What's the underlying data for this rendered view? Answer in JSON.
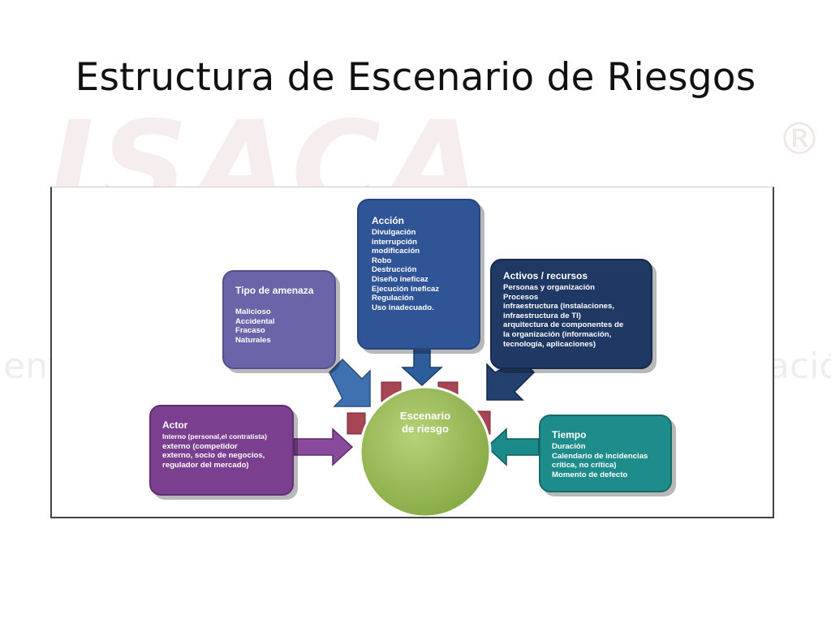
{
  "slide": {
    "title": "Estructura de Escenario de Riesgos"
  },
  "watermark": {
    "text": "ISACA",
    "mark": "®",
    "left_fragment": "ent",
    "right_fragment": "ació"
  },
  "diagram": {
    "center": {
      "label_line1": "Escenario",
      "label_line2": "de riesgo",
      "color": "#9bbb59"
    },
    "boxes": {
      "accion": {
        "title": "Acción",
        "items": [
          "Divulgación",
          "interrupción",
          "modificación",
          "Robo",
          "Destrucción",
          "Diseño ineficaz",
          "Ejecución ineficaz",
          "Regulación",
          "Uso inadecuado."
        ],
        "color": "#2f5597"
      },
      "tipo_amenaza": {
        "title": "Tipo de amenaza",
        "items": [
          "Malicioso",
          "Accidental",
          "Fracaso",
          "Naturales"
        ],
        "color": "#6a64a8"
      },
      "activos": {
        "title": "Activos / recursos",
        "items": [
          "Personas y organización",
          "Procesos",
          "infraestructura (instalaciones,",
          "infraestructura de TI)",
          "arquitectura de componentes de",
          "la organización (información,",
          "tecnología, aplicaciones)"
        ],
        "color": "#1f3864"
      },
      "actor": {
        "title": "Actor",
        "items": [
          "Interno (personal,el contratista)",
          "externo (competidor",
          "externo, socio de negocios,",
          "regulador del mercado)"
        ],
        "color": "#7b3f8f"
      },
      "tiempo": {
        "title": "Tiempo",
        "items": [
          "Duración",
          "Calendario de incidencias",
          "crítica, no crítica)",
          "Momento de defecto"
        ],
        "color": "#1f8c8c"
      }
    },
    "connector_color": "#a84552"
  }
}
